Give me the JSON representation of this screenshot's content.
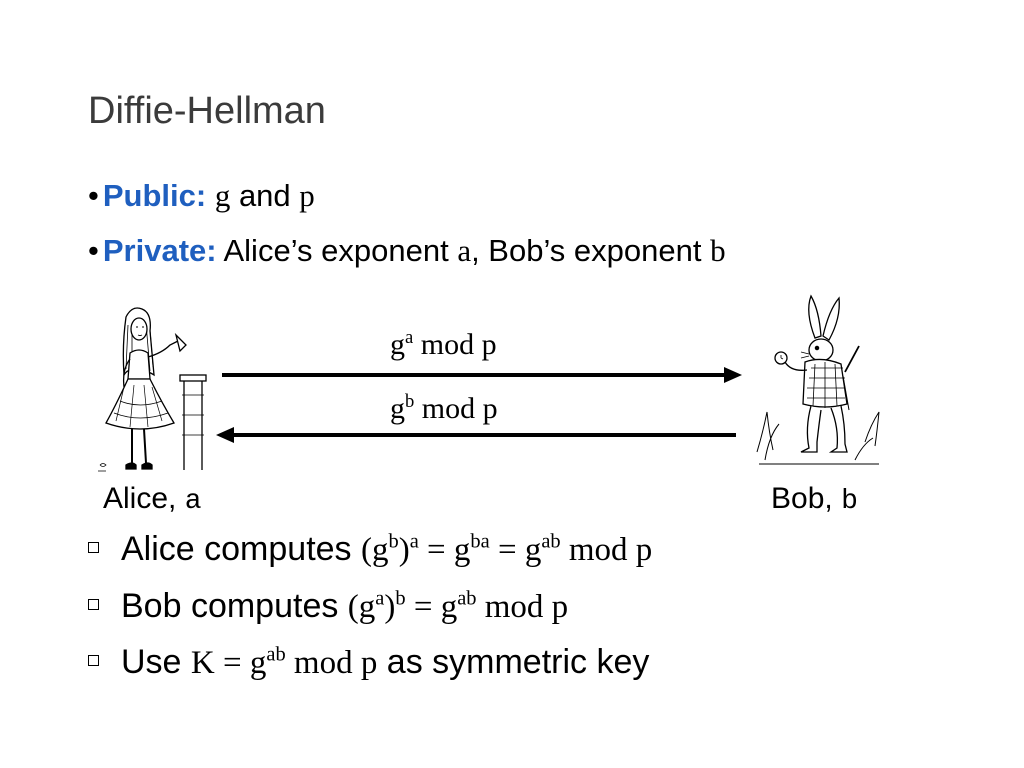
{
  "title": "Diffie-Hellman",
  "bullets": {
    "public": {
      "label": "Public:",
      "g": "g",
      "and": " and ",
      "p": "p"
    },
    "private": {
      "label": "Private:",
      "alice_text": " Alice’s exponent ",
      "a": "a",
      "bob_text": ", Bob’s exponent ",
      "b": "b"
    }
  },
  "exchange": {
    "top": {
      "base": "g",
      "exp": "a",
      "rest": " mod p"
    },
    "bottom": {
      "base": "g",
      "exp": "b",
      "rest": " mod p"
    }
  },
  "parties": {
    "alice": {
      "name": "Alice,",
      "var": "a"
    },
    "bob": {
      "name": "Bob,",
      "var": "b"
    }
  },
  "steps": {
    "alice": {
      "text": "Alice computes ",
      "expr": {
        "p1": "(g",
        "s1": "b",
        "p2": ")",
        "s2": "a",
        "p3": " = g",
        "s3": "ba",
        "p4": " = g",
        "s4": "ab",
        "p5": " mod p"
      }
    },
    "bob": {
      "text": "Bob computes ",
      "expr": {
        "p1": "(g",
        "s1": "a",
        "p2": ")",
        "s2": "b",
        "p3": " = g",
        "s3": "ab",
        "p4": " mod p"
      }
    },
    "use": {
      "text": "Use ",
      "expr": {
        "p1": "K = g",
        "s1": "ab",
        "p2": " mod p"
      },
      "tail": " as symmetric key"
    }
  },
  "images": {
    "alice": "alice-illustration",
    "rabbit": "white-rabbit-illustration"
  },
  "colors": {
    "label_blue": "#1f5fbf",
    "title_gray": "#3b3b3b"
  }
}
